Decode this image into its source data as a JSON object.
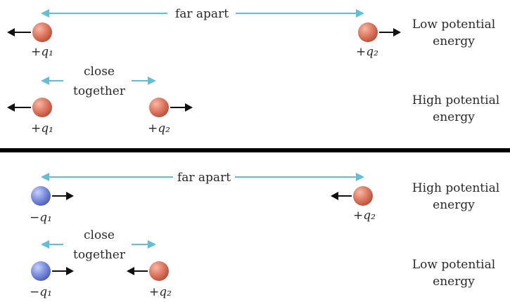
{
  "top_panel": {
    "row1": {
      "distance_label": "far apart",
      "charge1": "+q₁",
      "charge2": "+q₂",
      "energy_line1": "Low potential",
      "energy_line2": "energy"
    },
    "row2": {
      "distance_line1": "close",
      "distance_line2": "together",
      "charge1": "+q₁",
      "charge2": "+q₂",
      "energy_line1": "High potential",
      "energy_line2": "energy"
    }
  },
  "bottom_panel": {
    "row1": {
      "distance_label": "far apart",
      "charge1": "−q₁",
      "charge2": "+q₂",
      "energy_line1": "High potential",
      "energy_line2": "energy"
    },
    "row2": {
      "distance_line1": "close",
      "distance_line2": "together",
      "charge1": "−q₁",
      "charge2": "+q₂",
      "energy_line1": "Low potential",
      "energy_line2": "energy"
    }
  },
  "colors": {
    "positive_charge": "#e07a62",
    "negative_charge": "#7f8fe0",
    "distance_arrow": "#5fc0d8",
    "force_arrow": "#111111",
    "divider": "#000000"
  }
}
